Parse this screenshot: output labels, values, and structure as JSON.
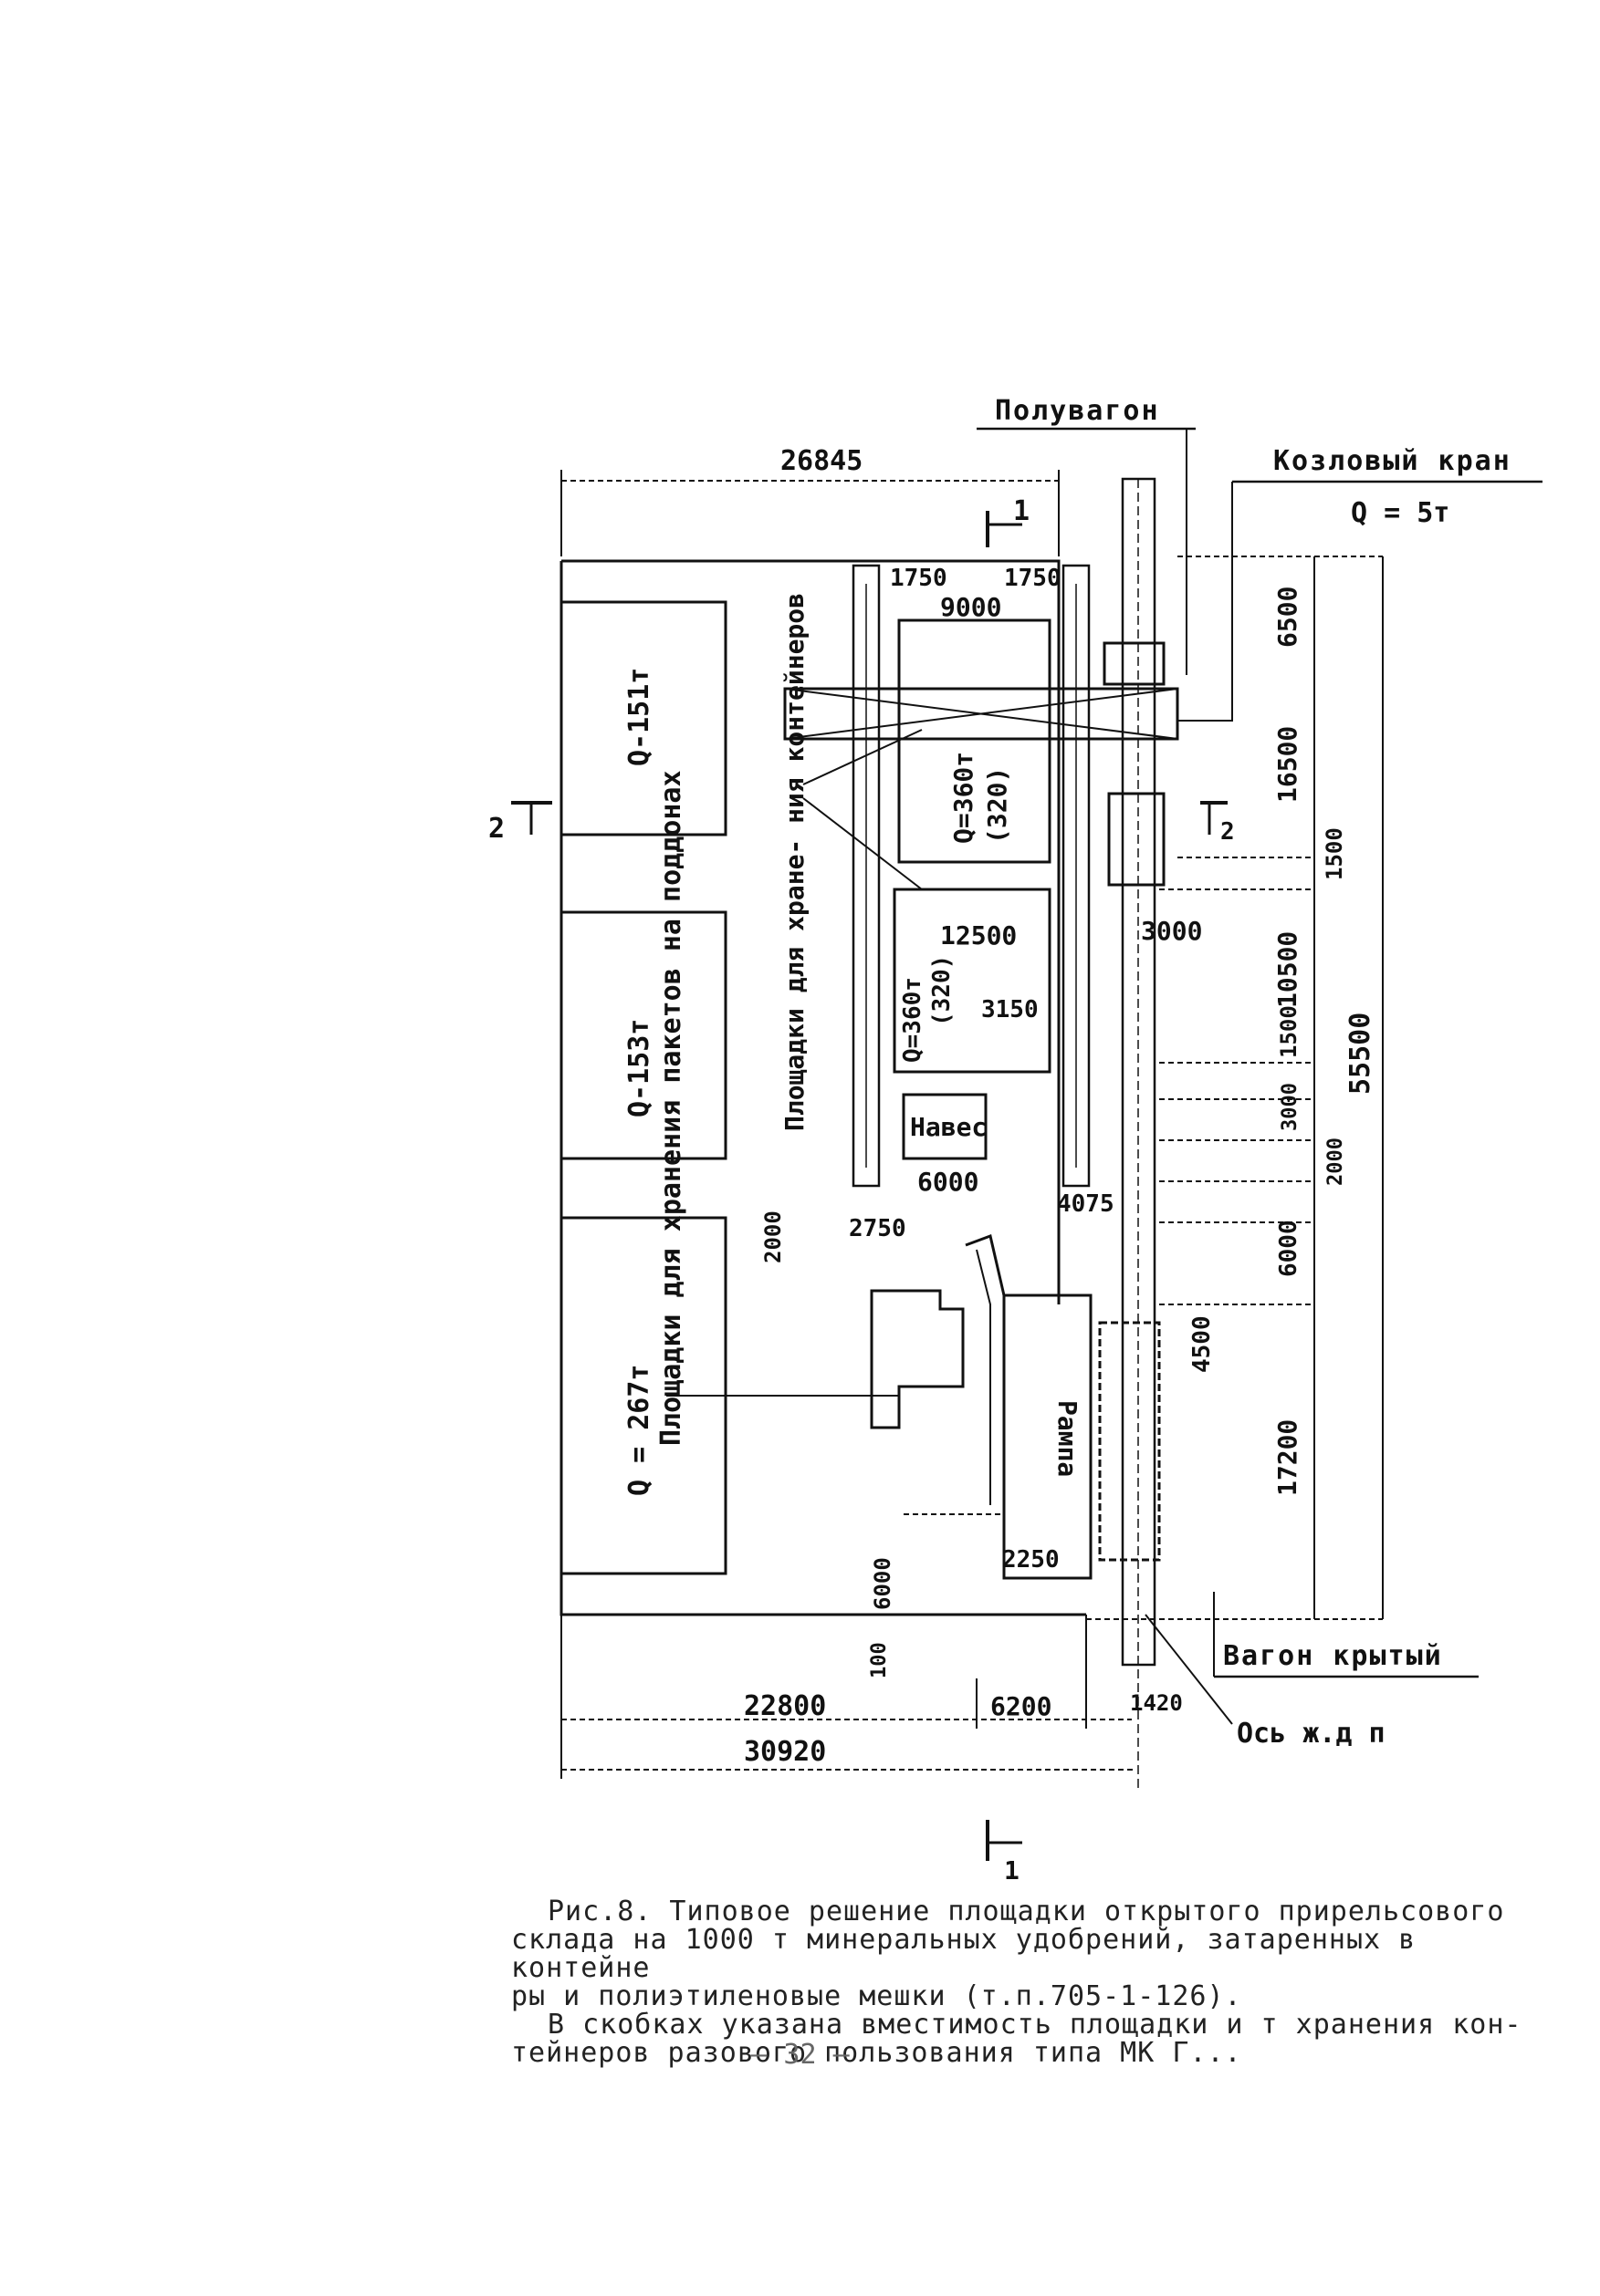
{
  "labels": {
    "poluvagon": "Полувагон",
    "kozlovy_kran": "Козловый кран",
    "kran_q": "Q = 5т",
    "vagon_kryty": "Вагон крытый",
    "os_zhd": "Ось ж.д п",
    "naves": "Навес",
    "rampa": "Рампа",
    "ploshchadki_paketov": "Площадки для хранения пакетов на поддонах",
    "ploshchadki_konteinerov": "Площадки для хране- ния контейнеров",
    "section_2": "2",
    "section_1": "1"
  },
  "capacities": {
    "q151": "Q-151т",
    "q153": "Q-153т",
    "q267": "Q = 267т",
    "q360_top": "Q=360т",
    "q360_top_sub": "(320)",
    "q360_mid": "Q=360т",
    "q360_mid_sub": "(320)"
  },
  "dimensions": {
    "d26845": "26845",
    "d1750a": "1750",
    "d1750b": "1750",
    "d9000": "9000",
    "d12500": "12500",
    "d3150": "3150",
    "d3000": "3000",
    "d6000": "6000",
    "d2750": "2750",
    "d4075": "4075",
    "d2000_left": "2000",
    "d6000_left": "6000",
    "d100": "100",
    "d2250": "2250",
    "d22800": "22800",
    "d6200": "6200",
    "d1420": "1420",
    "d30920": "30920",
    "d6500": "6500",
    "d16500": "16500",
    "d1500a": "1500",
    "d10500": "10500",
    "d1500b": "1500",
    "d3000r": "3000",
    "d2000r": "2000",
    "d6000r": "6000",
    "d4500": "4500",
    "d17200": "17200",
    "d55500": "55500"
  },
  "caption": {
    "line1": "Рис.8. Типовое решение площадки открытого прирельсового",
    "line2": "склада на 1000 т минеральных удобрений, затаренных в контейне",
    "line3": "ры и полиэтиленовые мешки (т.п.705-1-126).",
    "line4": "В скобках указана вместимость площадки и т хранения кон-",
    "line5": "тейнеров разового пользования типа МК Г..."
  },
  "page_number": "– 32 –"
}
